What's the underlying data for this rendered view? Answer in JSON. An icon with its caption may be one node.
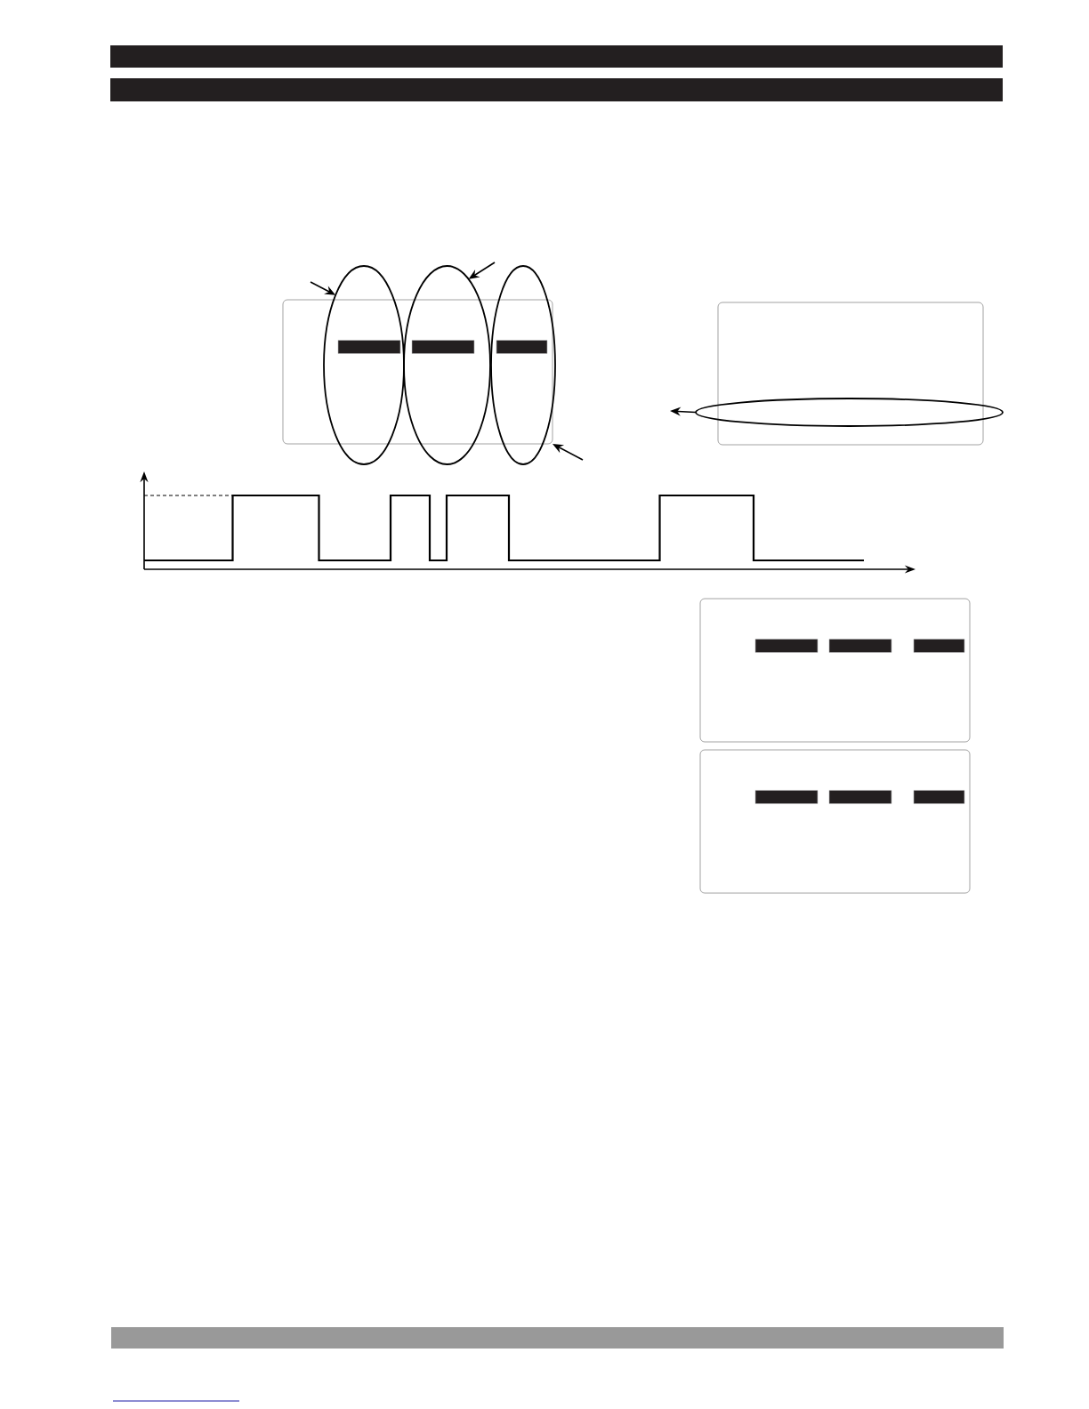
{
  "diagram": {
    "nodes": [
      {
        "text": [],
        "shape": "box"
      },
      {
        "text": [],
        "shape": "ellipse"
      },
      {
        "text": [],
        "shape": "ellipse"
      },
      {
        "text": [],
        "shape": "ellipse"
      },
      {
        "text": [],
        "shape": "bar"
      },
      {
        "text": [],
        "shape": "bar"
      },
      {
        "text": [],
        "shape": "bar"
      },
      {
        "text": [],
        "shape": "box"
      },
      {
        "text": [],
        "shape": "ellipse"
      },
      {
        "text": [],
        "shape": "box"
      },
      {
        "text": [],
        "shape": "bar",
        "in": 9
      },
      {
        "text": [],
        "shape": "bar",
        "in": 9
      },
      {
        "text": [],
        "shape": "bar",
        "in": 9
      },
      {
        "text": [],
        "shape": "box"
      },
      {
        "text": [],
        "shape": "bar",
        "in": 13
      },
      {
        "text": [],
        "shape": "bar",
        "in": 13
      },
      {
        "text": [],
        "shape": "bar",
        "in": 13
      }
    ],
    "edges": [
      {
        "from": null,
        "to": 1,
        "arrow": "to"
      },
      {
        "from": null,
        "to": 2,
        "arrow": "to"
      },
      {
        "from": null,
        "to": 0,
        "arrow": "to"
      },
      {
        "from": 8,
        "to": null,
        "arrow": "to"
      }
    ]
  }
}
